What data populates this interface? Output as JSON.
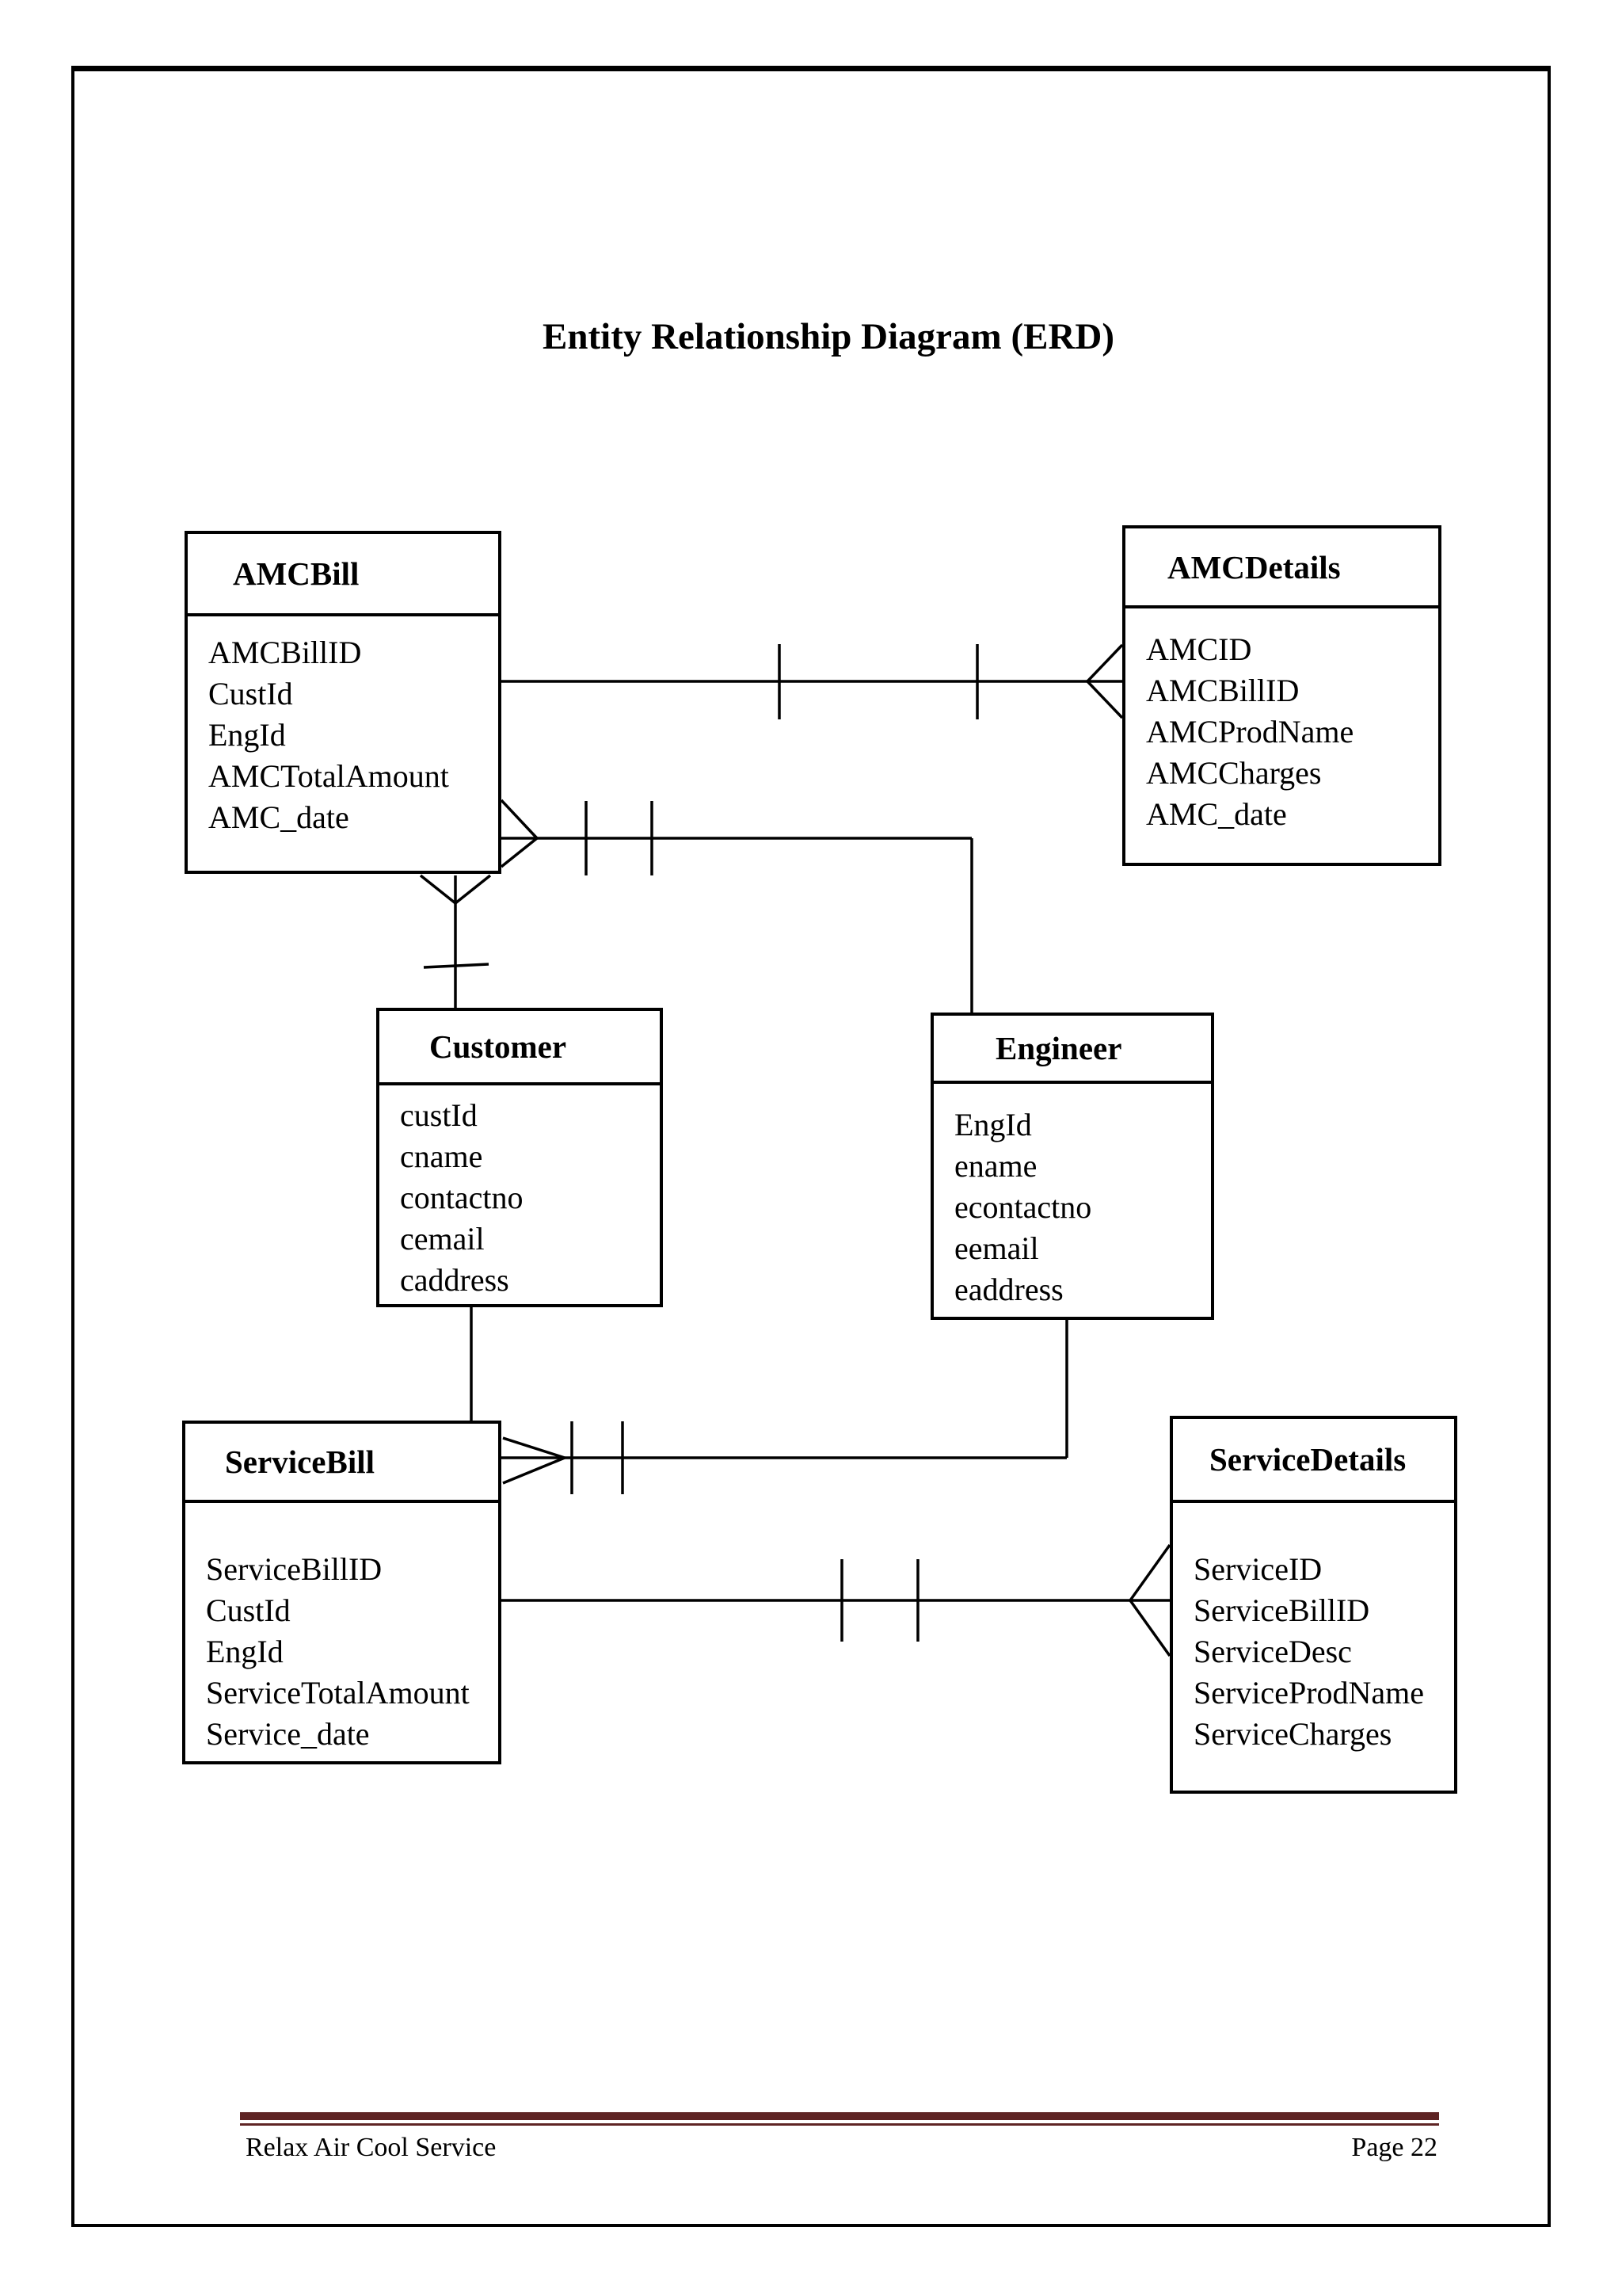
{
  "document": {
    "title": "Entity Relationship Diagram (ERD)",
    "footer": {
      "company": "Relax Air Cool Service",
      "page_label": "Page 22"
    },
    "colors": {
      "accent_rule": "#5e2424",
      "ink": "#000000",
      "paper": "#ffffff"
    }
  },
  "entities": [
    {
      "name": "AMCBill",
      "attributes": [
        "AMCBillID",
        "CustId",
        "EngId",
        "AMCTotalAmount",
        "AMC_date"
      ]
    },
    {
      "name": "AMCDetails",
      "attributes": [
        "AMCID",
        "AMCBillID",
        "AMCProdName",
        "AMCCharges",
        "AMC_date"
      ]
    },
    {
      "name": "Customer",
      "attributes": [
        "custId",
        "cname",
        "contactno",
        "cemail",
        "caddress"
      ]
    },
    {
      "name": "Engineer",
      "attributes": [
        "EngId",
        "ename",
        "econtactno",
        "eemail",
        "eaddress"
      ]
    },
    {
      "name": "ServiceBill",
      "attributes": [
        "ServiceBillID",
        "CustId",
        "EngId",
        "ServiceTotalAmount",
        "Service_date"
      ]
    },
    {
      "name": "ServiceDetails",
      "attributes": [
        "ServiceID",
        "ServiceBillID",
        "ServiceDesc",
        "ServiceProdName",
        "ServiceCharges"
      ]
    }
  ],
  "relationships": [
    {
      "from": "AMCBill",
      "to": "AMCDetails",
      "one_ticks": 2,
      "crow_foot_at": "AMCDetails"
    },
    {
      "from": "AMCBill",
      "to": "Engineer",
      "one_ticks": 2,
      "crow_foot_at": "AMCBill"
    },
    {
      "from": "AMCBill",
      "to": "Customer",
      "one_ticks": 1,
      "crow_foot_at": "AMCBill"
    },
    {
      "from": "Customer",
      "to": "ServiceBill",
      "one_ticks": 0,
      "crow_foot_at": "none"
    },
    {
      "from": "Engineer",
      "to": "ServiceBill",
      "one_ticks": 2,
      "crow_foot_at": "ServiceBill"
    },
    {
      "from": "ServiceBill",
      "to": "ServiceDetails",
      "one_ticks": 2,
      "crow_foot_at": "ServiceDetails"
    }
  ]
}
